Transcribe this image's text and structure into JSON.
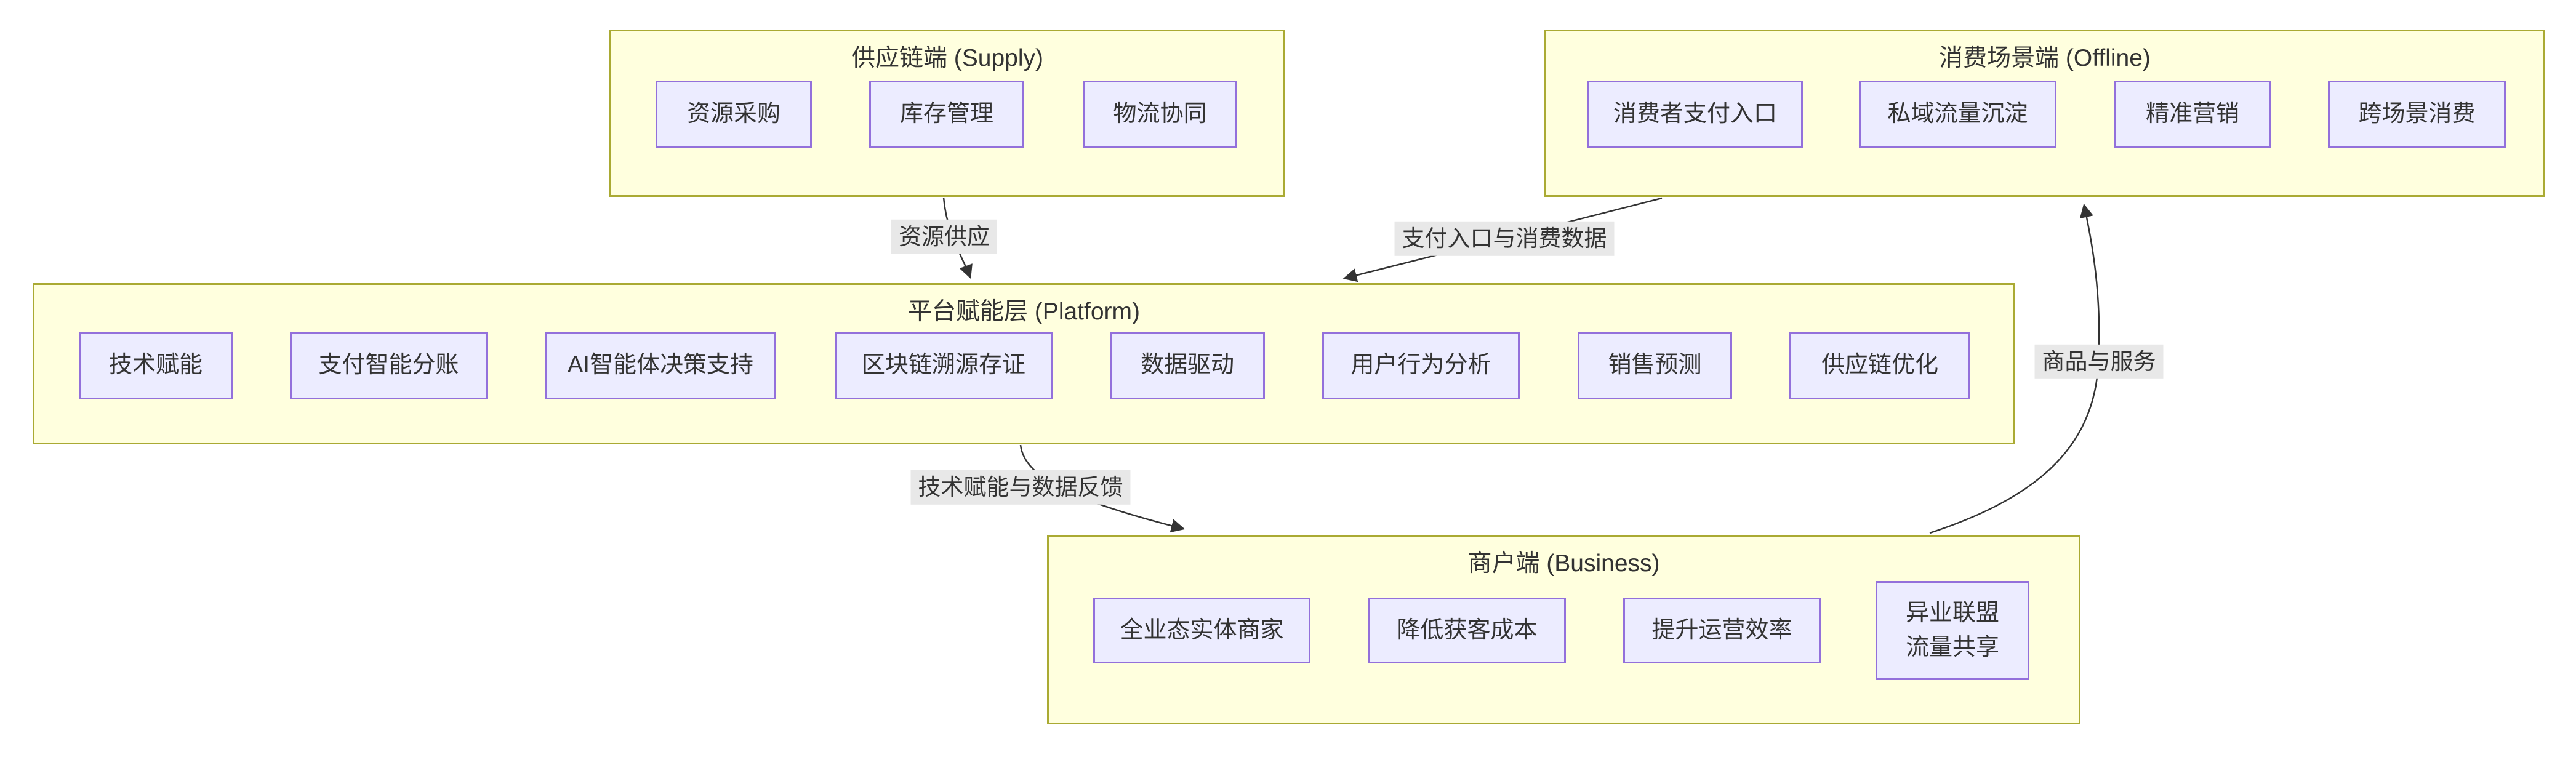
{
  "diagram": {
    "type": "flowchart",
    "colors": {
      "background": "#ffffff",
      "cluster_fill": "#ffffde",
      "cluster_border": "#aaaa33",
      "node_fill": "#ececff",
      "node_border": "#9370db",
      "edge_stroke": "#333333",
      "text": "#333333",
      "edge_label_bg": "#e8e8e8"
    },
    "clusters": [
      {
        "id": "supply",
        "title": "供应链端 (Supply)",
        "nodes": [
          {
            "label": "资源采购"
          },
          {
            "label": "库存管理"
          },
          {
            "label": "物流协同"
          }
        ]
      },
      {
        "id": "offline",
        "title": "消费场景端 (Offline)",
        "nodes": [
          {
            "label": "消费者支付入口"
          },
          {
            "label": "私域流量沉淀"
          },
          {
            "label": "精准营销"
          },
          {
            "label": "跨场景消费"
          }
        ]
      },
      {
        "id": "platform",
        "title": "平台赋能层 (Platform)",
        "nodes": [
          {
            "label": "技术赋能"
          },
          {
            "label": "支付智能分账"
          },
          {
            "label": "AI智能体决策支持"
          },
          {
            "label": "区块链溯源存证"
          },
          {
            "label": "数据驱动"
          },
          {
            "label": "用户行为分析"
          },
          {
            "label": "销售预测"
          },
          {
            "label": "供应链优化"
          }
        ]
      },
      {
        "id": "business",
        "title": "商户端 (Business)",
        "nodes": [
          {
            "label": "全业态实体商家"
          },
          {
            "label": "降低获客成本"
          },
          {
            "label": "提升运营效率"
          },
          {
            "label": "异业联盟\n流量共享"
          }
        ]
      }
    ],
    "edges": [
      {
        "from": "supply",
        "to": "platform",
        "label": "资源供应"
      },
      {
        "from": "offline",
        "to": "platform",
        "label": "支付入口与消费数据"
      },
      {
        "from": "platform",
        "to": "business",
        "label": "技术赋能与数据反馈"
      },
      {
        "from": "business",
        "to": "offline",
        "label": "商品与服务"
      }
    ]
  }
}
